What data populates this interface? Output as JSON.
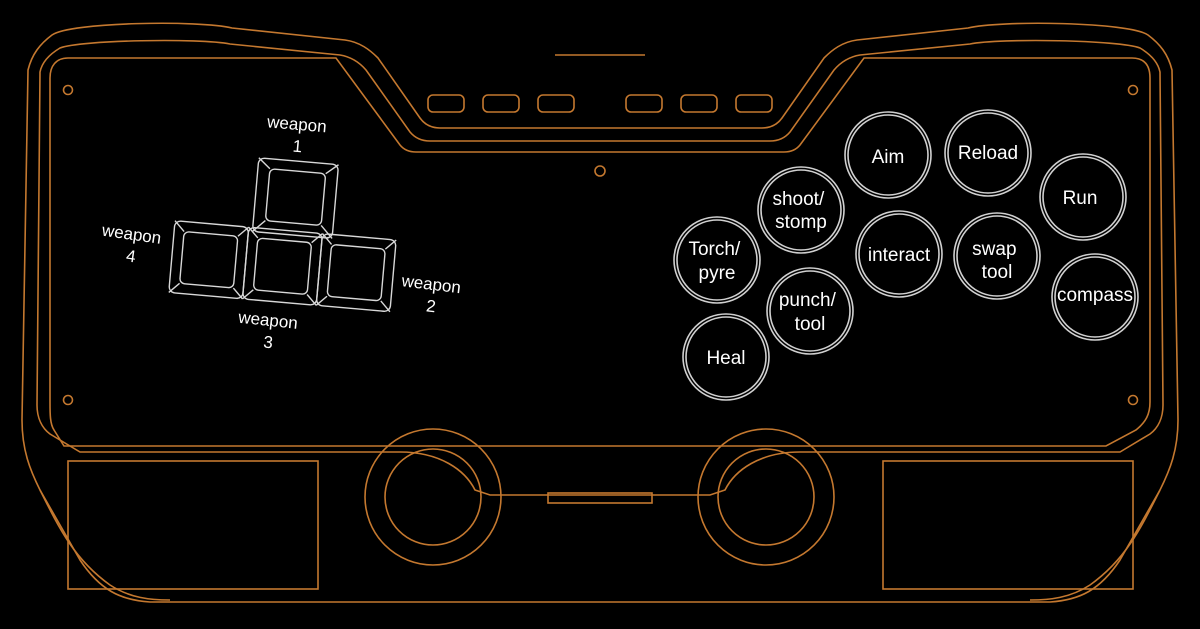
{
  "colors": {
    "background": "#000000",
    "outline": "#c4782f",
    "keys": "#d8d8d8",
    "text": "#ffffff"
  },
  "weapon_keys": {
    "w1": [
      "weapon",
      "1"
    ],
    "w2": [
      "weapon",
      "2"
    ],
    "w3": [
      "weapon",
      "3"
    ],
    "w4": [
      "weapon",
      "4"
    ]
  },
  "buttons": {
    "aim": [
      "Aim"
    ],
    "reload": [
      "Reload"
    ],
    "run": [
      "Run"
    ],
    "shoot": [
      "shoot/",
      "stomp"
    ],
    "interact": [
      "interact"
    ],
    "swap": [
      "swap",
      "tool"
    ],
    "compass": [
      "compass"
    ],
    "torch": [
      "Torch/",
      "pyre"
    ],
    "punch": [
      "punch/",
      "tool"
    ],
    "heal": [
      "Heal"
    ]
  }
}
